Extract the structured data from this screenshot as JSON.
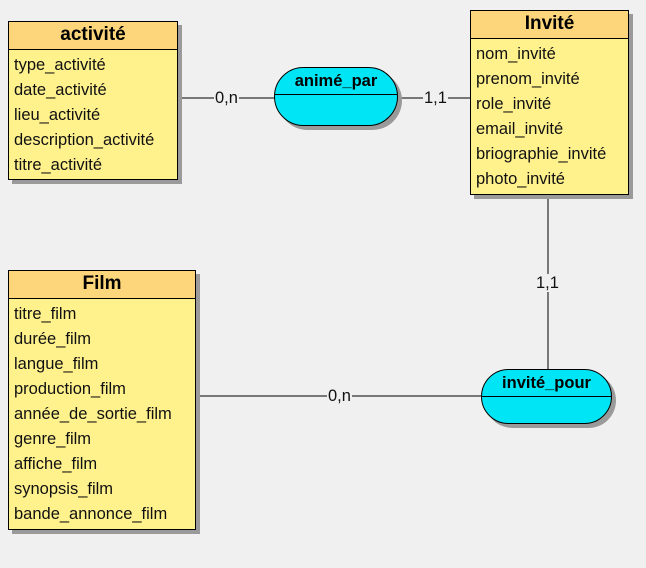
{
  "entities": {
    "activite": {
      "title": "activité",
      "attributes": [
        "type_activité",
        "date_activité",
        "lieu_activité",
        "description_activité",
        "titre_activité"
      ]
    },
    "invite": {
      "title": "Invité",
      "attributes": [
        "nom_invité",
        "prenom_invité",
        "role_invité",
        "email_invité",
        "briographie_invité",
        "photo_invité"
      ]
    },
    "film": {
      "title": "Film",
      "attributes": [
        "titre_film",
        "durée_film",
        "langue_film",
        "production_film",
        "année_de_sortie_film",
        "genre_film",
        "affiche_film",
        "synopsis_film",
        "bande_annonce_film"
      ]
    }
  },
  "associations": {
    "anime_par": {
      "name": "animé_par"
    },
    "invite_pour": {
      "name": "invité_pour"
    }
  },
  "cardinalities": {
    "activite_anime_par": "0,n",
    "invite_anime_par": "1,1",
    "invite_invite_pour": "1,1",
    "film_invite_pour": "0,n"
  },
  "colors": {
    "entity_fill": "#fff18c",
    "entity_header": "#fdd57a",
    "association_fill": "#00e5f5",
    "shadow": "#9a9a9a",
    "background": "#f0f0f0"
  }
}
